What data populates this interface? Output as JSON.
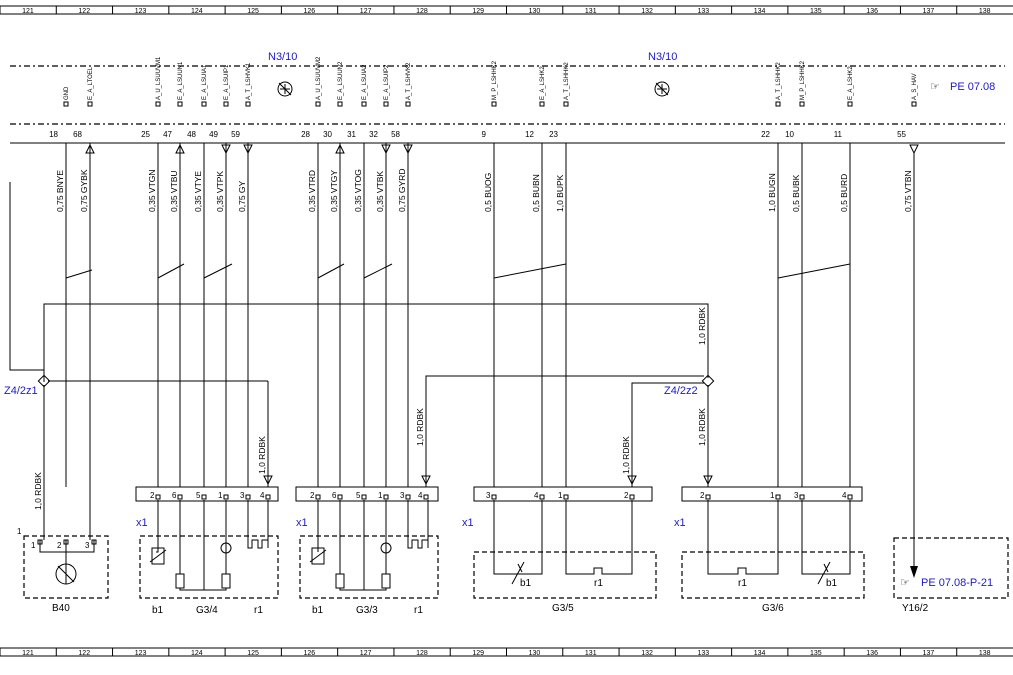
{
  "ruler": [
    "121",
    "122",
    "123",
    "124",
    "125",
    "126",
    "127",
    "128",
    "129",
    "130",
    "131",
    "132",
    "133",
    "134",
    "135",
    "136",
    "137",
    "138"
  ],
  "connector_left": "N3/10",
  "connector_right": "N3/10",
  "reference_top": "PE 07.08",
  "reference_bottom": "PE 07.08-P-21",
  "signals": [
    {
      "name": "GND",
      "pin": "18",
      "wire": "0,75 BNYE"
    },
    {
      "name": "E_A_LTOEL",
      "pin": "68",
      "wire": "0,75 GYBK"
    },
    {
      "name": "A_U_LSUUVM1",
      "pin": "25",
      "wire": "0,35 VTGN"
    },
    {
      "name": "E_A_LSUUN1",
      "pin": "47",
      "wire": "0,35 VTBU"
    },
    {
      "name": "E_A_LSUIA1",
      "pin": "48",
      "wire": "0,35 VTYE"
    },
    {
      "name": "E_A_LSUIP1",
      "pin": "49",
      "wire": "0,35 VTPK"
    },
    {
      "name": "A_T_LSHVK1",
      "pin": "59",
      "wire": "0,75 GY"
    },
    {
      "name": "A_U_LSUUVM2",
      "pin": "28",
      "wire": "0,35 VTRD"
    },
    {
      "name": "E_A_LSUUN2",
      "pin": "30",
      "wire": "0,35 VTGY"
    },
    {
      "name": "E_A_LSUIA2",
      "pin": "31",
      "wire": "0,35 VTOG"
    },
    {
      "name": "E_A_LSUIP2",
      "pin": "32",
      "wire": "0,35 VTBK"
    },
    {
      "name": "A_T_LSHVK2",
      "pin": "58",
      "wire": "0,75 GYRD"
    },
    {
      "name": "M_P_LSHHK2",
      "pin": "9",
      "wire": "0,5 BUOG"
    },
    {
      "name": "E_A_LSHK2",
      "pin": "12",
      "wire": "0,5 BUBN"
    },
    {
      "name": "A_T_LSHHK2",
      "pin": "23",
      "wire": "1,0 BUPK"
    },
    {
      "name": "A_T_LSHHK2",
      "pin": "22",
      "wire": "1,0 BUGN"
    },
    {
      "name": "M_P_LSHHK2",
      "pin": "10",
      "wire": "0,5 BUBK"
    },
    {
      "name": "E_A_LSHK2",
      "pin": "11",
      "wire": "0,5 BURD"
    },
    {
      "name": "A_S_HAV",
      "pin": "55",
      "wire": "0,75 VTBN"
    }
  ],
  "splices": [
    "Z4/2z1",
    "Z4/2z2"
  ],
  "feed_wire": "1,0 RDBK",
  "connector_x1": "x1",
  "components": [
    "B40",
    "G3/4",
    "G3/3",
    "G3/5",
    "G3/6",
    "Y16/2"
  ],
  "subparts": {
    "b1": "b1",
    "r1": "r1"
  },
  "sheet_corner": "1",
  "g34_pins": [
    "2",
    "6",
    "5",
    "1",
    "3",
    "4"
  ],
  "g33_pins": [
    "2",
    "6",
    "5",
    "1",
    "3",
    "4"
  ],
  "g35_pins": [
    "3",
    "4",
    "1",
    "2"
  ],
  "g36_pins": [
    "2",
    "1",
    "3",
    "4"
  ],
  "b40_pins": [
    "1",
    "2",
    "3"
  ]
}
